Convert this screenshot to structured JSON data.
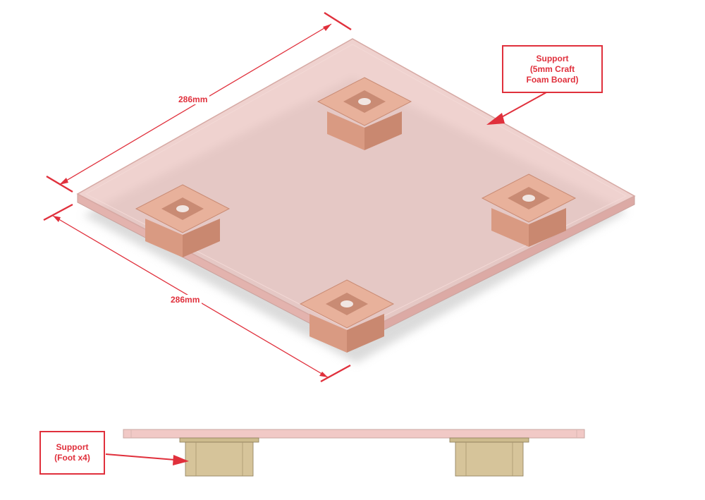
{
  "dimensions": {
    "top_edge": "286mm",
    "left_edge": "286mm"
  },
  "callouts": {
    "board": {
      "line1": "Support",
      "line2": "(5mm Craft",
      "line3": "Foam Board)"
    },
    "foot": {
      "line1": "Support",
      "line2": "(Foot x4)"
    }
  },
  "colors": {
    "annotation": "#e0303c",
    "board_fill": "#e9c0bd",
    "foot_fill": "#d99a82",
    "foot_side_fill": "#d6c49a"
  }
}
